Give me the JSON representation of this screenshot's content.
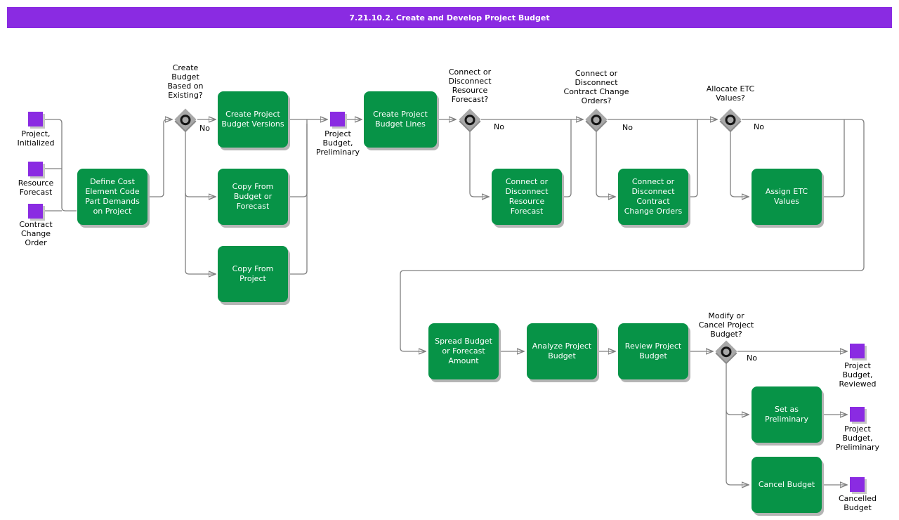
{
  "title_bar": {
    "title": "7.21.10.2. Create and Develop Project Budget"
  },
  "colors": {
    "header_bg": "#8A2BE2",
    "event_fill": "#8A2BE2",
    "activity_fill": "#079347",
    "decision_fill": "#A8A8A8",
    "connector": "#808080"
  },
  "flowchart": {
    "events": {
      "project_initialized": {
        "label": "Project,\nInitialized"
      },
      "resource_forecast": {
        "label": "Resource\nForecast"
      },
      "contract_change_order": {
        "label": "Contract\nChange\nOrder"
      },
      "project_budget_preliminary_mid": {
        "label": "Project\nBudget,\nPreliminary"
      },
      "project_budget_reviewed": {
        "label": "Project\nBudget,\nReviewed"
      },
      "project_budget_preliminary_out": {
        "label": "Project\nBudget,\nPreliminary"
      },
      "cancelled_budget": {
        "label": "Cancelled\nBudget"
      }
    },
    "activities": {
      "define_cost": {
        "label": "Define Cost\nElement Code\nPart Demands\non Project"
      },
      "create_project_budget_versions": {
        "label": "Create Project\nBudget Versions"
      },
      "copy_from_budget_or_forecast": {
        "label": "Copy From\nBudget or\nForecast"
      },
      "copy_from_project": {
        "label": "Copy From\nProject"
      },
      "create_project_budget_lines": {
        "label": "Create Project\nBudget Lines"
      },
      "connect_disconnect_resource_forecast": {
        "label": "Connect or\nDisconnect\nResource\nForecast"
      },
      "connect_disconnect_contract_change_orders": {
        "label": "Connect or\nDisconnect\nContract\nChange Orders"
      },
      "assign_etc_values": {
        "label": "Assign ETC\nValues"
      },
      "spread_budget_or_forecast_amount": {
        "label": "Spread Budget\nor Forecast\nAmount"
      },
      "analyze_project_budget": {
        "label": "Analyze Project\nBudget"
      },
      "review_project_budget": {
        "label": "Review Project\nBudget"
      },
      "set_as_preliminary": {
        "label": "Set as\nPreliminary"
      },
      "cancel_budget": {
        "label": "Cancel Budget"
      }
    },
    "decisions": {
      "create_budget_based_on_existing": {
        "label": "Create\nBudget\nBased on\nExisting?",
        "no_label": "No"
      },
      "connect_disconnect_resource_forecast": {
        "label": "Connect or\nDisconnect\nResource\nForecast?",
        "no_label": "No"
      },
      "connect_disconnect_contract_change_orders": {
        "label": "Connect or\nDisconnect\nContract Change\nOrders?",
        "no_label": "No"
      },
      "allocate_etc_values": {
        "label": "Allocate ETC\nValues?",
        "no_label": "No"
      },
      "modify_or_cancel_project_budget": {
        "label": "Modify or\nCancel Project\nBudget?",
        "no_label": "No"
      }
    }
  }
}
